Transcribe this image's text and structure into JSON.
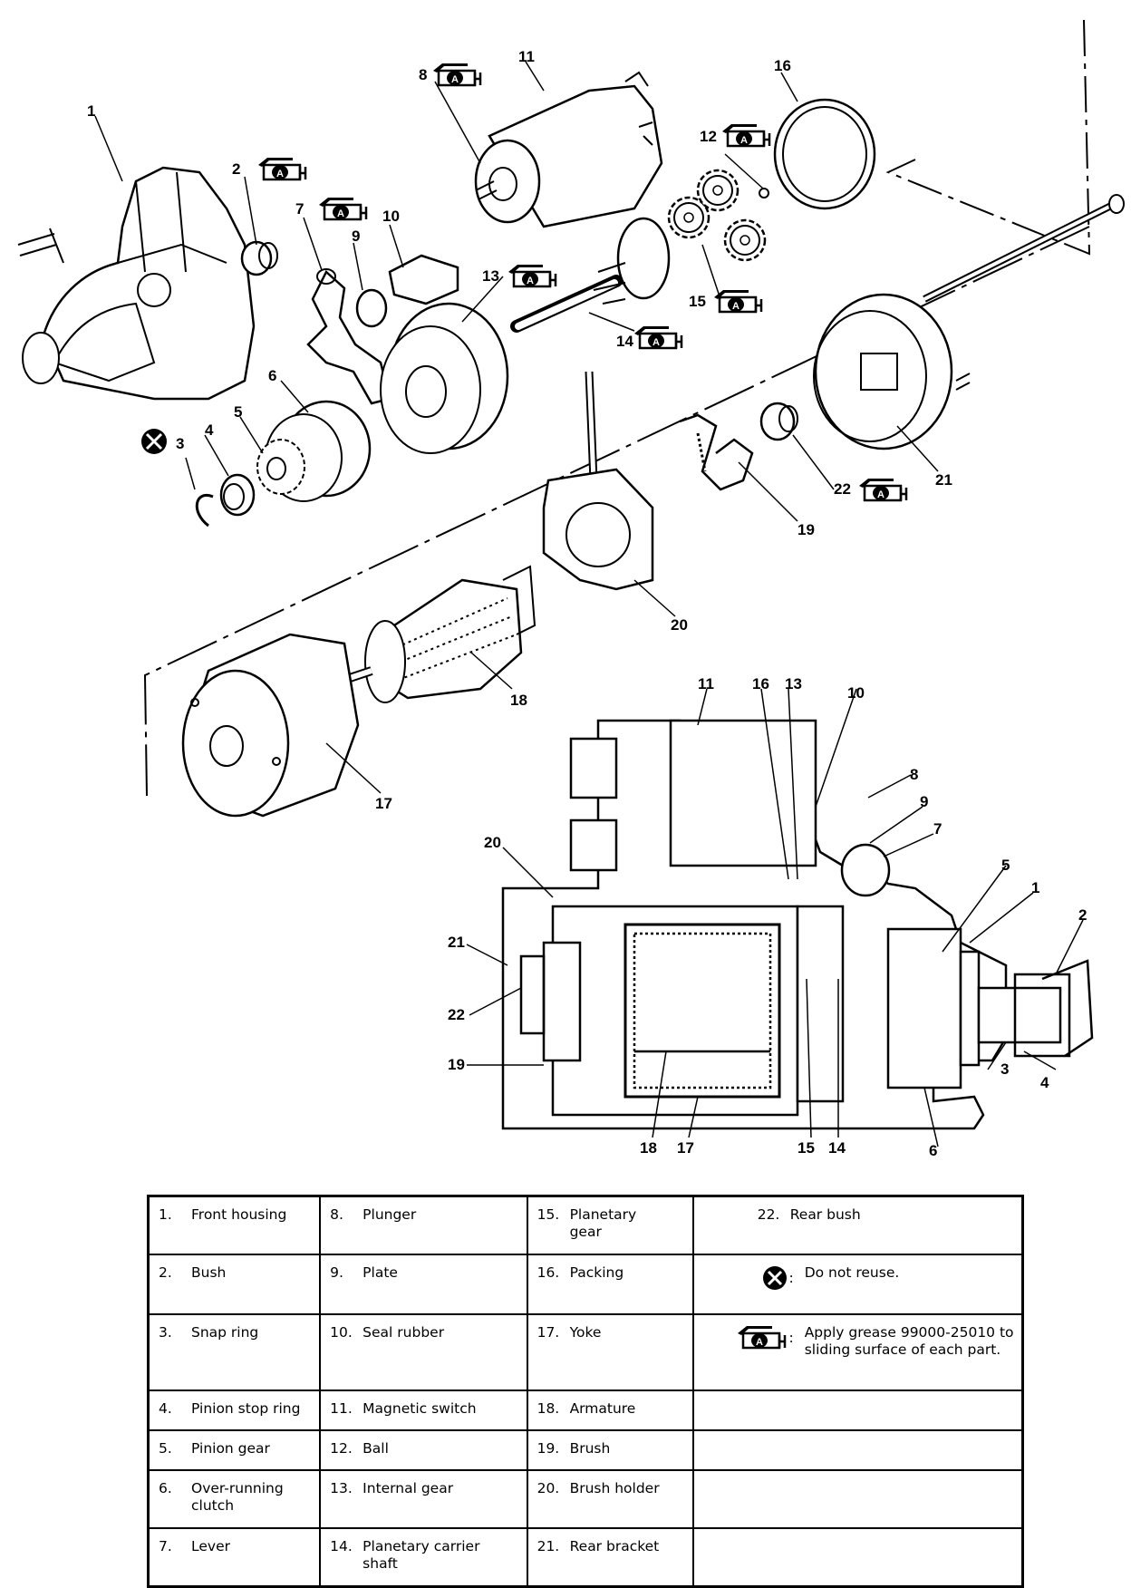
{
  "callouts_exploded": [
    "1",
    "2",
    "3",
    "4",
    "5",
    "6",
    "7",
    "8",
    "9",
    "10",
    "11",
    "12",
    "13",
    "14",
    "15",
    "16",
    "17",
    "18",
    "19",
    "20",
    "21",
    "22"
  ],
  "callouts_section": [
    "11",
    "16",
    "13",
    "10",
    "8",
    "9",
    "7",
    "5",
    "1",
    "2",
    "20",
    "21",
    "22",
    "19",
    "3",
    "4",
    "18",
    "17",
    "15",
    "14",
    "6"
  ],
  "legend": {
    "rows": [
      [
        {
          "num": "1.",
          "label": "Front housing"
        },
        {
          "num": "8.",
          "label": "Plunger"
        },
        {
          "num": "15.",
          "label": "Planetary gear"
        },
        {
          "num": "22.",
          "label": "Rear bush"
        }
      ],
      [
        {
          "num": "2.",
          "label": "Bush"
        },
        {
          "num": "9.",
          "label": "Plate"
        },
        {
          "num": "16.",
          "label": "Packing"
        }
      ],
      [
        {
          "num": "3.",
          "label": "Snap ring"
        },
        {
          "num": "10.",
          "label": "Seal rubber"
        },
        {
          "num": "17.",
          "label": "Yoke"
        }
      ],
      [
        {
          "num": "4.",
          "label": "Pinion stop ring"
        },
        {
          "num": "11.",
          "label": "Magnetic switch"
        },
        {
          "num": "18.",
          "label": "Armature"
        }
      ],
      [
        {
          "num": "5.",
          "label": "Pinion gear"
        },
        {
          "num": "12.",
          "label": "Ball"
        },
        {
          "num": "19.",
          "label": "Brush"
        }
      ],
      [
        {
          "num": "6.",
          "label": "Over-running clutch"
        },
        {
          "num": "13.",
          "label": "Internal gear"
        },
        {
          "num": "20.",
          "label": "Brush holder"
        }
      ],
      [
        {
          "num": "7.",
          "label": "Lever"
        },
        {
          "num": "14.",
          "label": "Planetary carrier shaft"
        },
        {
          "num": "21.",
          "label": "Rear bracket"
        }
      ]
    ],
    "do_not_reuse": {
      "icon": "do-not-reuse-icon",
      "text": "Do not reuse."
    },
    "grease": {
      "icon": "grease-a-icon",
      "text": "Apply grease 99000-25010 to sliding surface of each part."
    },
    "sym_colon": ":"
  }
}
